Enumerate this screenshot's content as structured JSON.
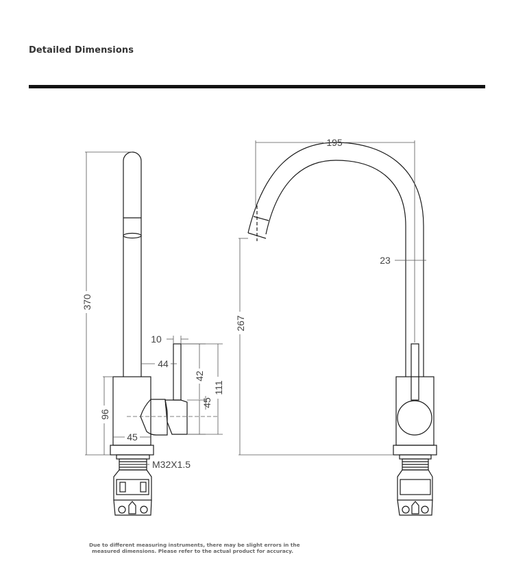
{
  "header": {
    "title": "Detailed Dimensions"
  },
  "dimensions": {
    "side_view": {
      "total_height": "370",
      "handle_offset": "10",
      "handle_depth": "44",
      "handle_height": "42",
      "lever_height": "45",
      "body_plus_handle_height": "111",
      "body_height": "96",
      "body_width": "45",
      "thread": "M32X1.5"
    },
    "front_view": {
      "spout_reach": "195",
      "spout_diameter": "23",
      "spout_clearance": "267"
    }
  },
  "footer": {
    "disclaimer_line1": "Due to different measuring instruments, there may be slight errors in the",
    "disclaimer_line2": "measured dimensions. Please refer to the actual product for accuracy."
  },
  "colors": {
    "outline": "#1a1a1a",
    "dimension_line": "#555555",
    "rule": "#111111"
  }
}
